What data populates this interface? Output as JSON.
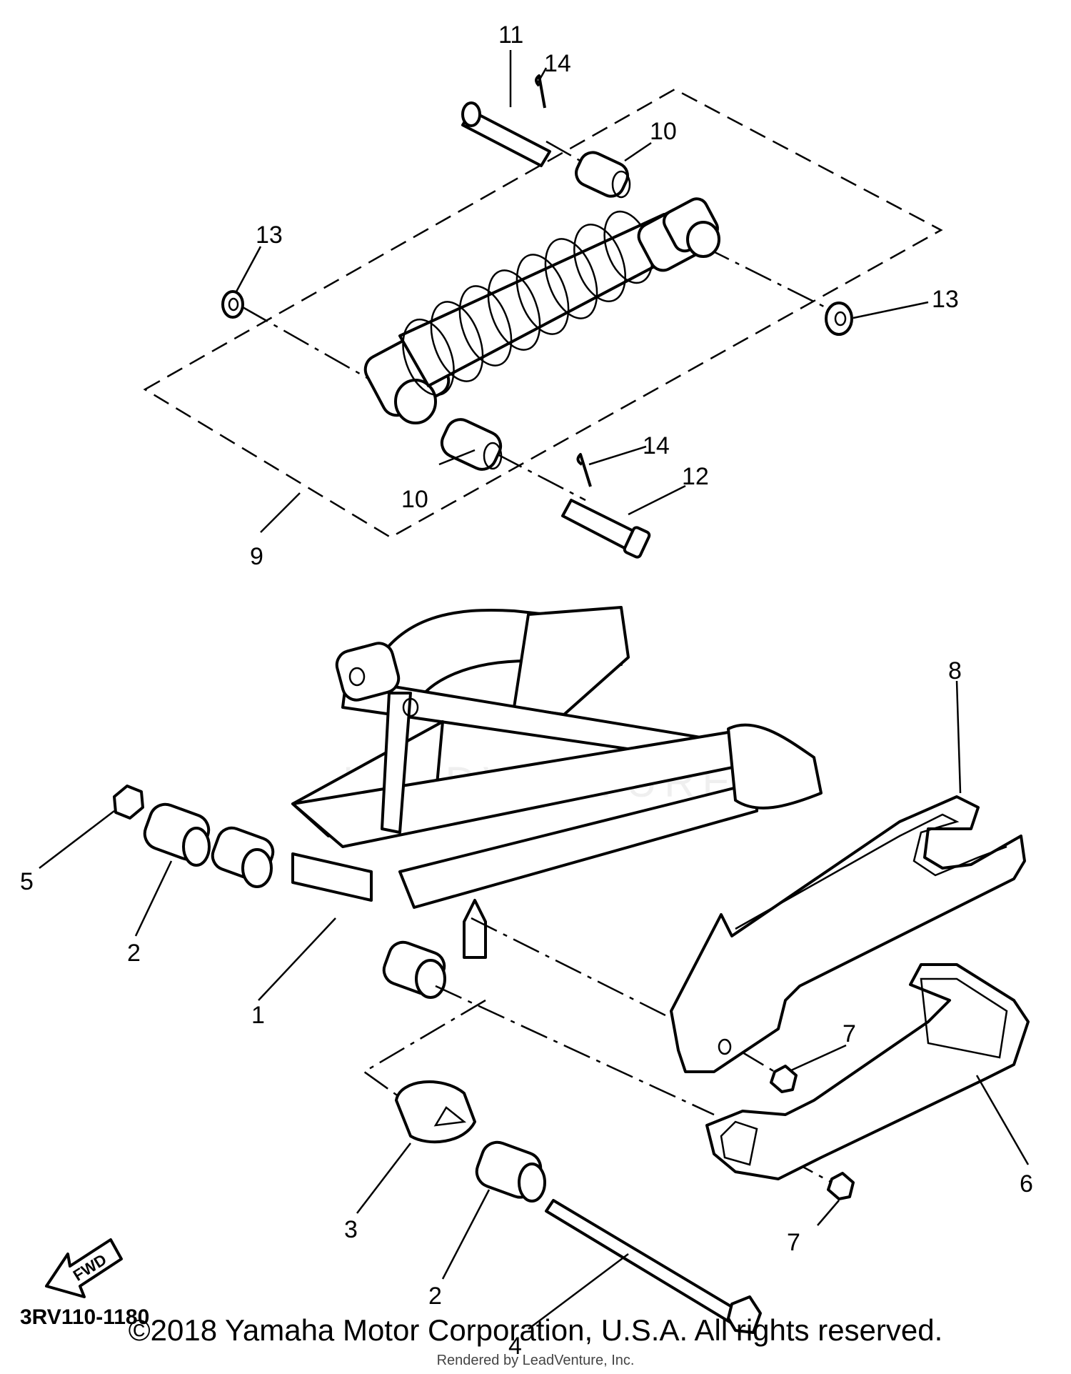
{
  "diagram": {
    "code": "3RV110-1180",
    "fwd_label": "FWD",
    "watermark": "LEADVENTURE",
    "callouts": {
      "c1": "1",
      "c2a": "2",
      "c2b": "2",
      "c3": "3",
      "c4": "4",
      "c5": "5",
      "c6": "6",
      "c7a": "7",
      "c7b": "7",
      "c8": "8",
      "c9": "9",
      "c10a": "10",
      "c10b": "10",
      "c11": "11",
      "c12": "12",
      "c13a": "13",
      "c13b": "13",
      "c14a": "14",
      "c14b": "14"
    }
  },
  "footer": {
    "copyright": "©2018 Yamaha Motor Corporation, U.S.A. All rights reserved.",
    "rendered": "Rendered by LeadVenture, Inc."
  }
}
